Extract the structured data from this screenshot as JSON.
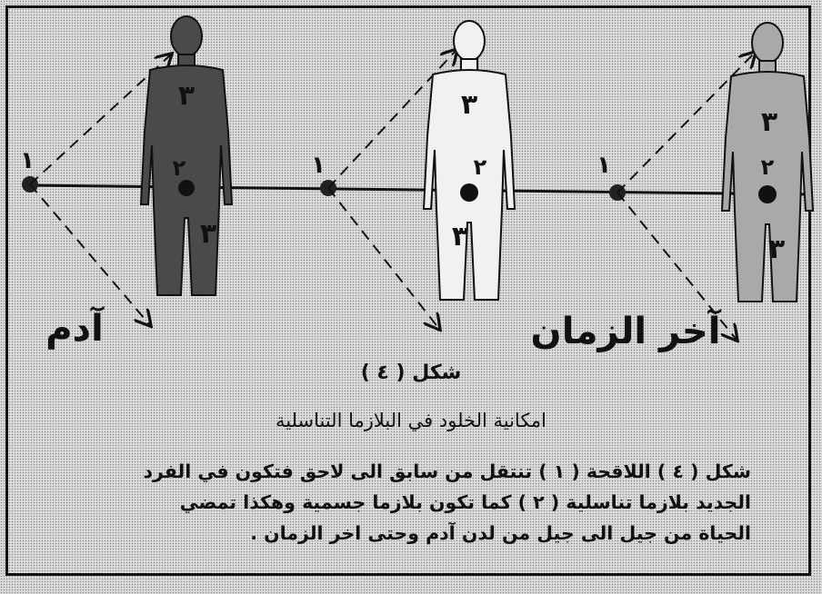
{
  "figure": {
    "label": "شكل ( ٤ )",
    "title": "امكانية الخلود في البلازما التناسلية",
    "caption_lines": [
      "شكل ( ٤ ) اللاقحة ( ١ ) تنتقل من سابق الى لاحق فتكون في الفرد",
      "الجديد بلازما تناسلية ( ٢ ) كما تكون بلازما جسمية وهكذا تمضي",
      "الحياة من جيل الى جيل من لدن آدم وحتى اخر الزمان ."
    ]
  },
  "diagram": {
    "left_handwritten": "آدم",
    "right_handwritten": "آخر الزمان",
    "zygote_marks": [
      "١",
      "١",
      "١"
    ],
    "figures": [
      {
        "shade": "#4a4a4a",
        "upper": "٣",
        "middle": "٢",
        "lower": "٣"
      },
      {
        "shade": "#f1f1f1",
        "upper": "٣",
        "middle": "٢",
        "lower": "٣"
      },
      {
        "shade": "#a9a9a9",
        "upper": "٣",
        "middle": "٢",
        "lower": "٣"
      }
    ]
  }
}
